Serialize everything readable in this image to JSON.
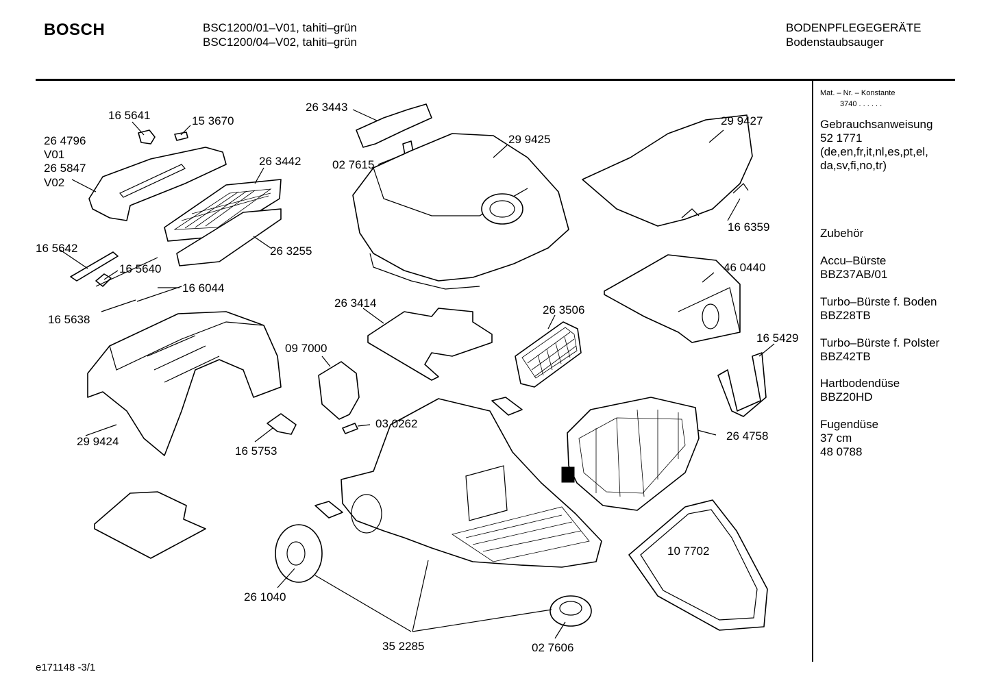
{
  "header": {
    "brand": "BOSCH",
    "model_lines": [
      "BSC1200/01–V01, tahiti–grün",
      "BSC1200/04–V02, tahiti–grün"
    ],
    "category": "BODENPFLEGEGERÄTE",
    "subcategory": "Bodenstaubsauger"
  },
  "sidebar": {
    "mat_label": "Mat. – Nr. – Konstante",
    "mat_value": "3740  .  .  .  .  .  .",
    "manual_title": "Gebrauchsanweisung",
    "manual_number": "52 1771",
    "manual_langs_1": "(de,en,fr,it,nl,es,pt,el,",
    "manual_langs_2": "da,sv,fi,no,tr)",
    "accessories_title": "Zubehör",
    "accessories": [
      {
        "name": "Accu–Bürste",
        "code": "BBZ37AB/01"
      },
      {
        "name": "Turbo–Bürste f. Boden",
        "code": "BBZ28TB"
      },
      {
        "name": "Turbo–Bürste f. Polster",
        "code": "BBZ42TB"
      },
      {
        "name": "Hartbodendüse",
        "code": "BBZ20HD"
      }
    ],
    "crevice_name": "Fugendüse",
    "crevice_size": "37 cm",
    "crevice_code": "48 0788"
  },
  "callouts": [
    "16 5641",
    "15 3670",
    "26 4796",
    "V01",
    "26 5847",
    "V02",
    "26 3442",
    "26 3255",
    "16 5642",
    "16 5640",
    "16 6044",
    "16 5638",
    "29 9424",
    "26 3443",
    "02 7615",
    "29 9425",
    "29 9427",
    "16 6359",
    "46 0440",
    "26 3414",
    "26 3506",
    "16 5429",
    "09 7000",
    "03 0262",
    "16 5753",
    "26 4758",
    "10 7702",
    "26 1040",
    "35 2285",
    "02 7606"
  ],
  "footer": {
    "doc_id": "e171148 -3/1"
  }
}
